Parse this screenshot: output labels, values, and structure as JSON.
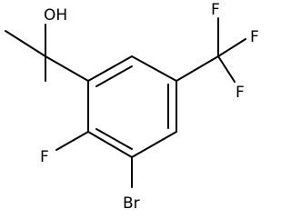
{
  "molecule": {
    "atom_labels": {
      "hydroxyl": "OH",
      "fluorine_ring": "F",
      "bromine": "Br",
      "cf3_f1": "F",
      "cf3_f2": "F",
      "cf3_f3": "F"
    }
  }
}
